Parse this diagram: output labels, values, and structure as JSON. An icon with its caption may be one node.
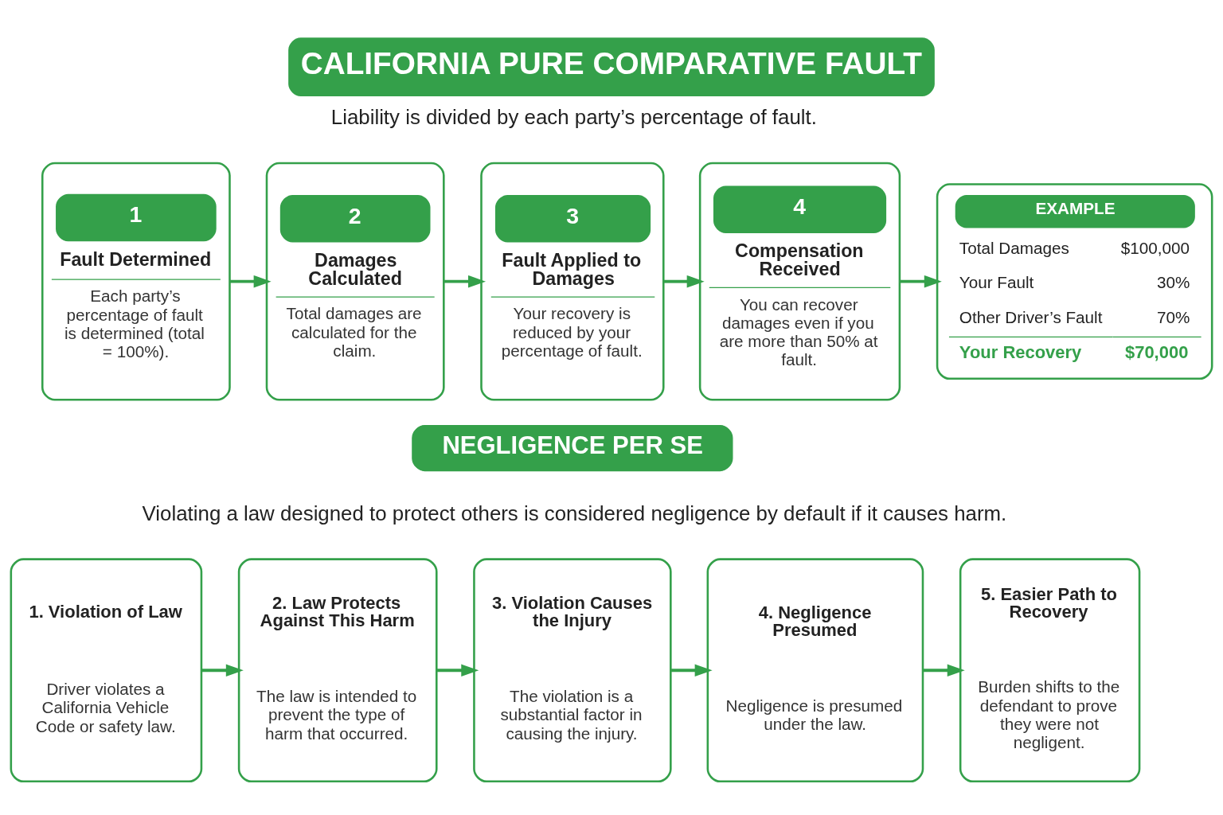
{
  "diagram": {
    "title": "CALIFORNIA PURE COMPARATIVE FAULT",
    "nodes": [
      {
        "text": [
          "1",
          "Fault Determined",
          "Each party’s percentage of fault is determined (total = 100%)."
        ]
      },
      {
        "text": [
          "2",
          "Damages Calculated",
          "Total damages are calculated for the claim."
        ]
      },
      {
        "text": [
          "3",
          "Fault Applied to Damages",
          "Your recovery is reduced by your percentage of fault."
        ]
      },
      {
        "text": [
          "4",
          "Compensation Received",
          "You can recover damages even if you are more than 50% at fault."
        ]
      },
      {
        "text": [
          "EXAMPLE",
          "Total Damages",
          "$100,000",
          "Your Fault",
          "30%",
          "Other Driver’s Fault",
          "70%",
          "Your Recovery",
          "$70,000"
        ]
      },
      {
        "text": [
          "NEGLIGENCE PER SE"
        ]
      },
      {
        "text": [
          "1. Violation of Law",
          "Driver violates a California Vehicle Code or safety law."
        ]
      },
      {
        "text": [
          "2. Law Protects Against This Harm",
          "The law is intended to prevent the type of harm that occurred."
        ]
      },
      {
        "text": [
          "3. Violation Causes the Injury",
          "The violation is a substantial factor in causing the injury."
        ]
      },
      {
        "text": [
          "4. Negligence Presumed",
          "Negligence is presumed under the law."
        ]
      },
      {
        "text": [
          "5. Easier Path to Recovery",
          "Burden shifts to the defendant to prove they were not negligent."
        ]
      }
    ],
    "edges": [
      {
        "from": 0,
        "to": 1,
        "arrow": "to"
      },
      {
        "from": 1,
        "to": 2,
        "arrow": "to"
      },
      {
        "from": 2,
        "to": 3,
        "arrow": "to"
      },
      {
        "from": 3,
        "to": 4,
        "arrow": "to"
      },
      {
        "from": 6,
        "to": 7,
        "arrow": "to"
      },
      {
        "from": 7,
        "to": 8,
        "arrow": "to"
      },
      {
        "from": 8,
        "to": 9,
        "arrow": "to"
      },
      {
        "from": 9,
        "to": 10,
        "arrow": "to"
      }
    ],
    "labels": [
      "Liability is divided by each party’s percentage of fault.",
      "Violating a law designed to protect others is considered negligence by default if it causes harm."
    ]
  }
}
